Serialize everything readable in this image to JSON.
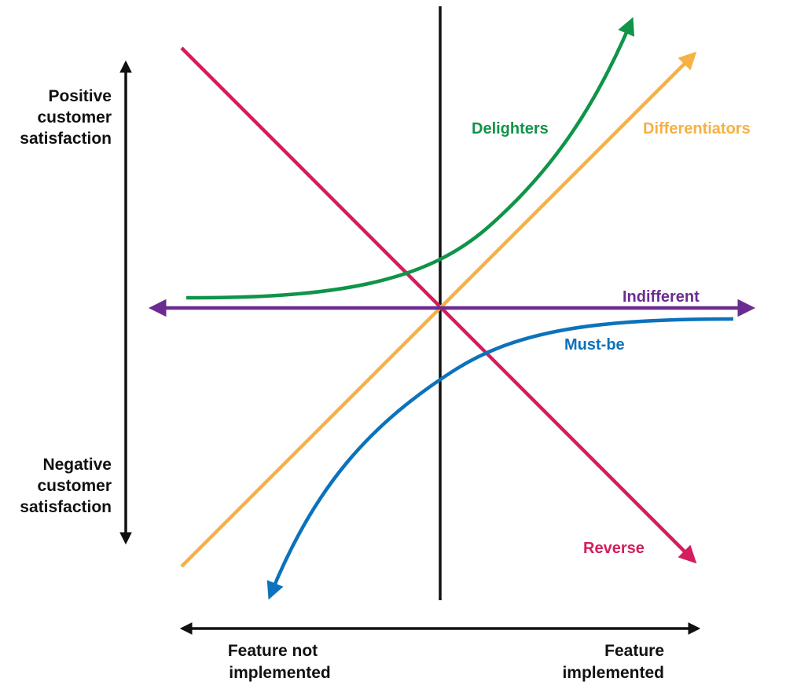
{
  "axis_labels": {
    "y_top": [
      "Positive",
      "customer",
      "satisfaction"
    ],
    "y_bottom": [
      "Negative",
      "customer",
      "satisfaction"
    ],
    "x_left": [
      "Feature not",
      "implemented"
    ],
    "x_right": [
      "Feature",
      "implemented"
    ]
  },
  "curves": {
    "delighters": {
      "label": "Delighters",
      "color": "#0f9448"
    },
    "differentiators": {
      "label": "Differentiators",
      "color": "#f6b142"
    },
    "indifferent": {
      "label": "Indifferent",
      "color": "#6b2c91"
    },
    "must_be": {
      "label": "Must-be",
      "color": "#0c72bb"
    },
    "reverse": {
      "label": "Reverse",
      "color": "#d41d5e"
    }
  },
  "colors": {
    "axis": "#111111"
  }
}
